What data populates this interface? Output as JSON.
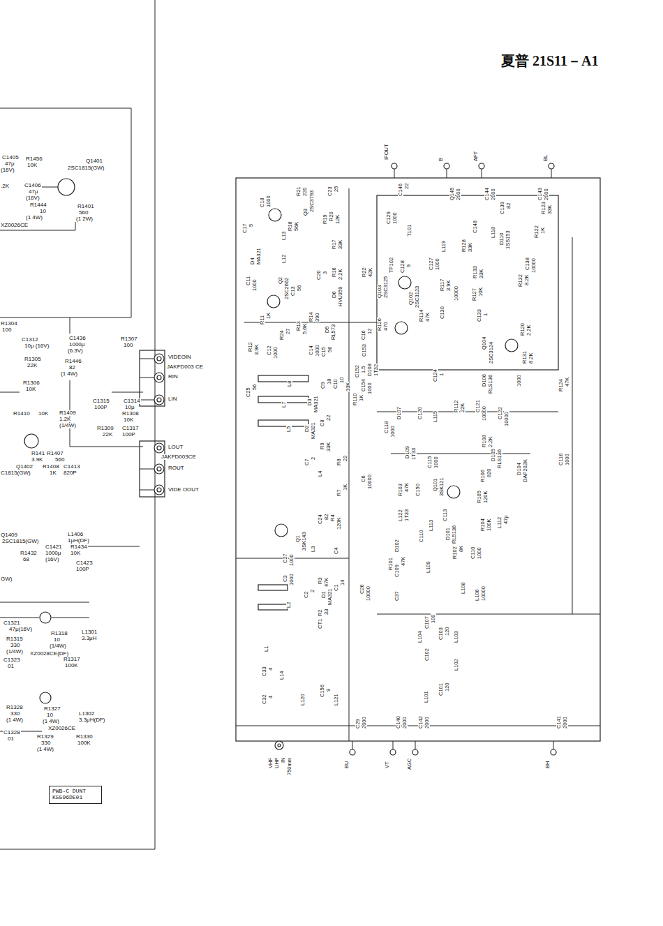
{
  "diagram": {
    "title": "夏普 21S11－A1",
    "nodes": [
      {
        "text": [
          "PWB-C DUNT K5596DE01"
        ]
      }
    ],
    "labels": [
      "C1405",
      "47μ",
      "(16V)",
      "R1456",
      "10K",
      "Q1401",
      "2SC1815(GW)",
      ".2K",
      "C1406",
      "47μ",
      "(16V)",
      "R1444",
      "10",
      "(1 4W)",
      "XZ0026CE",
      "R1401",
      "560",
      "(1 2W)",
      "R1304",
      "100",
      "C1312",
      "10μ (16V)",
      "R1305",
      "22K",
      "C1436",
      "1000μ",
      "(6.3V)",
      "R1307",
      "100",
      "R1446",
      "82",
      "(1 4W)",
      "VIDEOIN",
      "JAKFD003 CE",
      "RIN",
      "LIN",
      "R1306",
      "10K",
      "C1315",
      "100P",
      "C1314",
      "10μ",
      "R1308",
      "10K",
      "R1309",
      "22K",
      "C1317",
      "100P",
      "R1410",
      "10K",
      "R1409",
      "1.2K",
      "(1/4W)",
      "LOUT",
      "JAKFD003CE",
      "ROUT",
      "VIDE OOUT",
      "R141",
      "3.9K",
      "R1407",
      "560",
      "Q1402",
      "R1408",
      "C1413",
      "C1815(GW)",
      "1K",
      "820P",
      "Q1409",
      "2SC1815(GW)",
      "L1406",
      "1μH(DF)",
      "R1432",
      "68",
      "C1421",
      "1000μ",
      "(16V)",
      "R1434",
      "10K",
      "C1423",
      "100P",
      "GW)",
      "C1321",
      "47μ(16V)",
      "R1318",
      "10",
      "(1/4W)",
      "L1301",
      "3.3μH",
      "R1315",
      "330",
      "(1/4W)",
      "XZ0028CE(DF)",
      "C1323",
      "01",
      "R1317",
      "100K",
      "R1328",
      "330",
      "(1 4W)",
      "R1327",
      "10",
      "(1 4W)",
      "XZ0026CE",
      "L1302",
      "3.3μH(DF)",
      "C1328",
      "01",
      "R1329",
      "330",
      "(1 4W)",
      "R1330",
      "100K",
      "IFOUT",
      "B",
      "AFT",
      "BL",
      "C146",
      "22",
      "Q145",
      "2000",
      "C144",
      "2000",
      "C143",
      "2000",
      "C29",
      "2000",
      "C140",
      "2000",
      "C142",
      "2000",
      "C141",
      "2000",
      "BU",
      "VT",
      "AGC",
      "BH",
      "VHF",
      "UHF",
      "IN",
      "750mm",
      "C18",
      "1000",
      "C17",
      "5",
      "D4",
      "MA321",
      "L13",
      "L12",
      "R21",
      "220",
      "Q3",
      "2SC3793",
      "C23",
      "25",
      "R18",
      "56K",
      "R19",
      "R20",
      "12K",
      "R17",
      "33K",
      "C11",
      "1000",
      "Q2",
      "2SC2662",
      "C20",
      "3",
      "R16",
      "2.2K",
      "D6",
      "HVU359",
      "R11",
      "1K",
      "R12",
      "3.9K",
      "C12",
      "1000",
      "R24",
      "27",
      "C13",
      "56",
      "R13",
      "5.6K",
      "R14",
      "390",
      "D5",
      "RL573",
      "C14",
      "1000",
      "C15",
      "56",
      "C25",
      "56",
      "L8",
      "L7",
      "D3",
      "MA321",
      "C9",
      "18",
      "C10",
      "10",
      "33K",
      "C154",
      "1000",
      "C152",
      "1.5",
      "R110",
      "1K",
      "L5",
      "D2",
      "MA321",
      "C8",
      "22",
      "R9",
      "33K",
      "C7",
      "2",
      "L4",
      "R8",
      "22",
      "C6",
      "10000",
      "R7",
      "1K",
      "C24",
      "82",
      "R4",
      "120K",
      "C4",
      "Q1",
      "3SK143",
      "L3",
      "C27",
      "1000",
      "C3",
      "1000",
      "R3",
      "47K",
      "D1",
      "MA321",
      "C1",
      "14",
      "C2",
      "2",
      "L2",
      "R2",
      "33",
      "C26",
      "10000",
      "CT1",
      "L1",
      "C33",
      "4",
      "L14",
      "C32",
      "4",
      "L120",
      "C156",
      "9",
      "L121",
      "C129",
      "1000",
      "T101",
      "TP102",
      "C128",
      "9",
      "C127",
      "1000",
      "L119",
      "R117",
      "3.9K",
      "R22",
      "42K",
      "Q103",
      "2SC3125",
      "Q102",
      "2SC3123",
      "R126",
      "470",
      "R114",
      "47K",
      "C130",
      "10000",
      "R128",
      "33K",
      "R127",
      "10K",
      "R133",
      "33K",
      "C148",
      "L118",
      "C139",
      "82",
      "R123",
      "33K",
      "R122",
      "1K",
      "D110",
      "1SS153",
      "C138",
      "10000",
      "C133",
      "1",
      "Q104",
      "2SC3124",
      "R132",
      "8.2K",
      "R120",
      "2.2K",
      "R131",
      "8.2K",
      "1000",
      "C16",
      "12",
      "C153",
      "D108",
      "1T32",
      "C124",
      "1",
      "C118",
      "1000",
      "D107",
      "D109",
      "1T33",
      "C120",
      "L115",
      "R112",
      "22K",
      "C121",
      "10000",
      "D106",
      "RLS136",
      "C122",
      "10000",
      "R124",
      "47K",
      "R108",
      "2.2K",
      "D105",
      "RLS136",
      "R106",
      "820",
      "D104",
      "DAP202K",
      "C116",
      "1000",
      "C115",
      "1000",
      "R103",
      "47K",
      "C150",
      "Q101",
      "3SK121",
      "C113",
      "R105",
      "120K",
      "R104",
      "100K",
      "L112",
      "47μ",
      "D101",
      "RL5136",
      "L122",
      "1T33",
      "D102",
      "C110",
      "L113",
      "R102",
      "8K",
      "C110",
      "1000",
      "C109",
      "R101",
      "47K",
      "L109",
      "L108",
      "L106",
      "10000",
      "C107",
      "100",
      "C103",
      "120",
      "L103",
      "L104",
      "C102",
      "L102",
      "L101",
      "C101",
      "120",
      "C37"
    ]
  }
}
